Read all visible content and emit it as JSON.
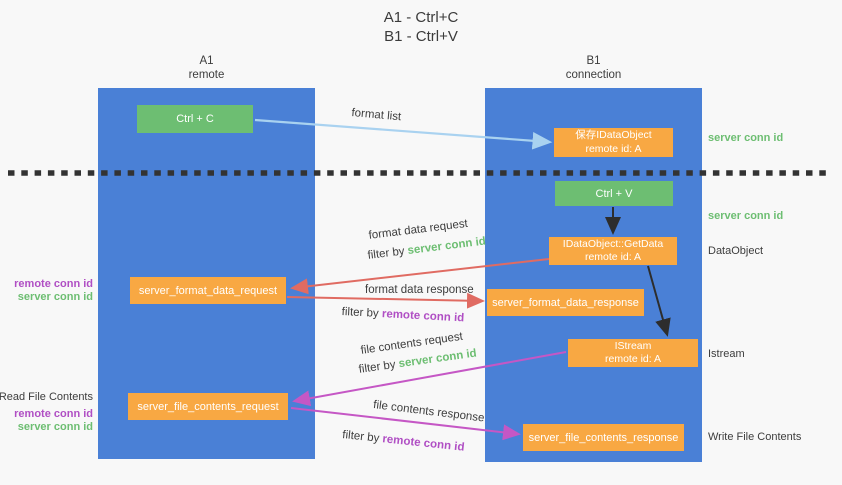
{
  "title": {
    "line1": "A1 - Ctrl+C",
    "line2": "B1 - Ctrl+V"
  },
  "lanes": {
    "a": {
      "title": "A1",
      "subtitle": "remote"
    },
    "b": {
      "title": "B1",
      "subtitle": "connection"
    }
  },
  "nodes": {
    "ctrl_c": {
      "label": "Ctrl + C"
    },
    "ctrl_v": {
      "label": "Ctrl + V"
    },
    "save_dataobject": {
      "line1": "保存IDataObject",
      "line2": "remote id: A"
    },
    "getdata": {
      "line1": "IDataObject::GetData",
      "line2": "remote id: A"
    },
    "istream": {
      "line1": "IStream",
      "line2": "remote id: A"
    },
    "server_format_data_request": {
      "label": "server_format_data_request"
    },
    "server_format_data_response": {
      "label": "server_format_data_response"
    },
    "server_file_contents_request": {
      "label": "server_file_contents_request"
    },
    "server_file_contents_response": {
      "label": "server_file_contents_response"
    }
  },
  "side_labels": {
    "left": {
      "remote_conn_id_1": "remote conn id",
      "server_conn_id_1": "server conn id",
      "read_file_contents": "Read File Contents",
      "remote_conn_id_2": "remote conn id",
      "server_conn_id_2": "server conn id"
    },
    "right": {
      "server_conn_id_1": "server conn id",
      "server_conn_id_2": "server conn id",
      "dataobject": "DataObject",
      "istream": "Istream",
      "write_file_contents": "Write File Contents"
    }
  },
  "arrow_labels": {
    "format_list": "format list",
    "format_data_request": "format data request",
    "filter_by_1": "filter by ",
    "filter_value_1": "server conn id",
    "format_data_response": "format data response",
    "filter_by_2": "filter by ",
    "filter_value_2": "remote conn id",
    "file_contents_request": "file contents request",
    "filter_by_3": "filter by ",
    "filter_value_3": "server conn id",
    "file_contents_response": "file contents response",
    "filter_by_4": "filter by ",
    "filter_value_4": "remote conn id"
  },
  "colors": {
    "lane_blue": "#4a80d6",
    "node_green": "#6dbe72",
    "node_orange": "#f8a843",
    "label_green": "#6dbe72",
    "label_purple": "#b04fc4",
    "arrow_blue": "#a9d2f0",
    "arrow_red": "#e06b62",
    "arrow_magenta": "#c557c5",
    "arrow_black": "#2d2d2d",
    "separator": "#333333"
  }
}
